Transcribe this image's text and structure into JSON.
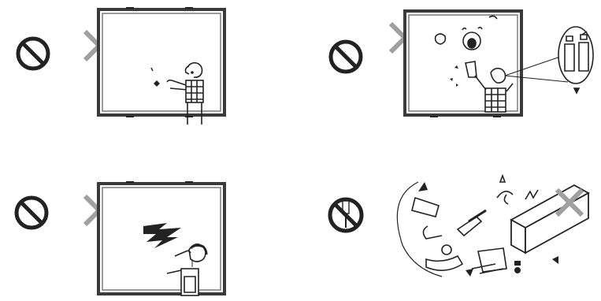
{
  "colors": {
    "ink": "#222222",
    "frame_outer": "#3a3a3a",
    "frame_inner": "#7a7a7a",
    "cross": "#a0a0a0",
    "shadow": "#cfcfcf"
  },
  "panels": [
    {
      "id": "no-touching-board",
      "scene": "person-at-board",
      "prohibited": true
    },
    {
      "id": "no-spray-cleaner",
      "scene": "person-spraying-board",
      "prohibited": true
    },
    {
      "id": "no-static-shock",
      "scene": "person-shocked-at-board",
      "prohibited": true
    },
    {
      "id": "no-disassembly",
      "scene": "tools-and-parts",
      "prohibited": true
    }
  ],
  "icons": {
    "prohibition": "prohibition-icon",
    "cross": "cross-mark-icon",
    "screwdriver": "screwdriver-prohibited-icon"
  }
}
